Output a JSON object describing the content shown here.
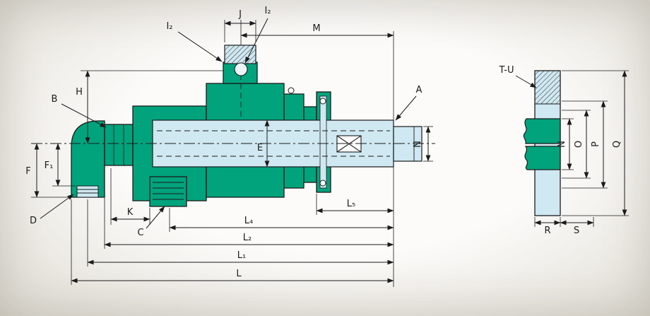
{
  "colors": {
    "background": "#f6f4ee",
    "body_green": "#00a37c",
    "shaft_blue": "#cfe8f2",
    "line": "#1b1b1b"
  },
  "main_view": {
    "labels": {
      "i2_left": "I₂",
      "j": "J",
      "i2_right": "I₂",
      "m": "M",
      "a": "A",
      "b": "B",
      "h": "H",
      "e": "E",
      "n": "N",
      "f": "F",
      "f1": "F₁",
      "d": "D",
      "k": "K",
      "c": "C",
      "l5": "L₅",
      "l4": "L₄",
      "l2": "L₂",
      "l1": "L₁",
      "l": "L"
    }
  },
  "side_view": {
    "labels": {
      "t_u": "T-U",
      "n": "N",
      "o": "O",
      "p": "P",
      "q": "Q",
      "r": "R",
      "s": "S"
    }
  }
}
